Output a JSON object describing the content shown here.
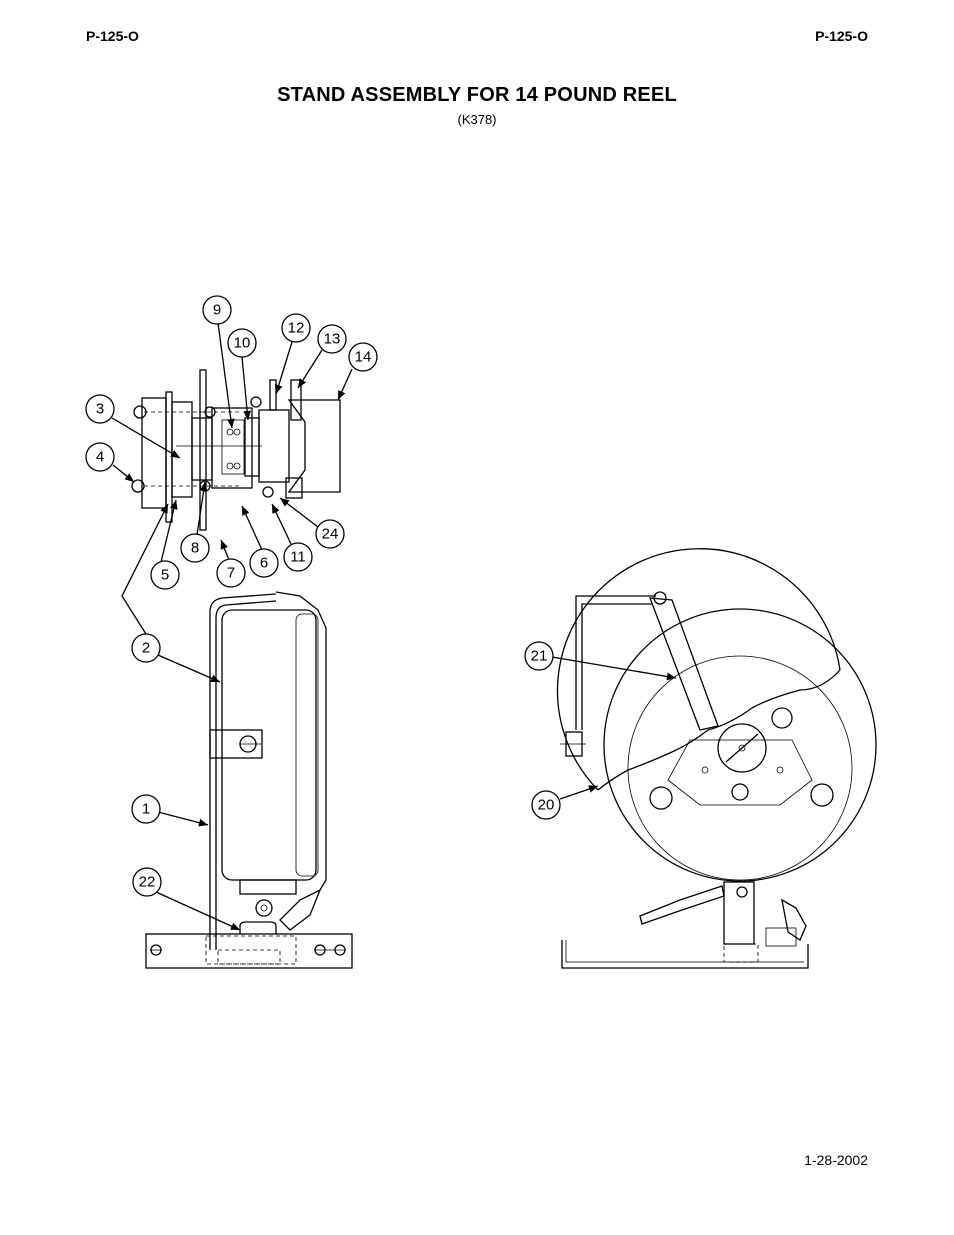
{
  "header": {
    "left_code": "P-125-O",
    "right_code": "P-125-O"
  },
  "title": "STAND ASSEMBLY FOR 14 POUND REEL",
  "subtitle": "(K378)",
  "footer": {
    "date": "1-28-2002"
  },
  "callouts": [
    {
      "id": "c1",
      "label": "1"
    },
    {
      "id": "c2",
      "label": "2"
    },
    {
      "id": "c3",
      "label": "3"
    },
    {
      "id": "c4",
      "label": "4"
    },
    {
      "id": "c5",
      "label": "5"
    },
    {
      "id": "c6",
      "label": "6"
    },
    {
      "id": "c7",
      "label": "7"
    },
    {
      "id": "c8",
      "label": "8"
    },
    {
      "id": "c9",
      "label": "9"
    },
    {
      "id": "c10",
      "label": "10"
    },
    {
      "id": "c11",
      "label": "11"
    },
    {
      "id": "c12",
      "label": "12"
    },
    {
      "id": "c13",
      "label": "13"
    },
    {
      "id": "c14",
      "label": "14"
    },
    {
      "id": "c20",
      "label": "20"
    },
    {
      "id": "c21",
      "label": "21"
    },
    {
      "id": "c22",
      "label": "22"
    },
    {
      "id": "c24",
      "label": "24"
    }
  ]
}
